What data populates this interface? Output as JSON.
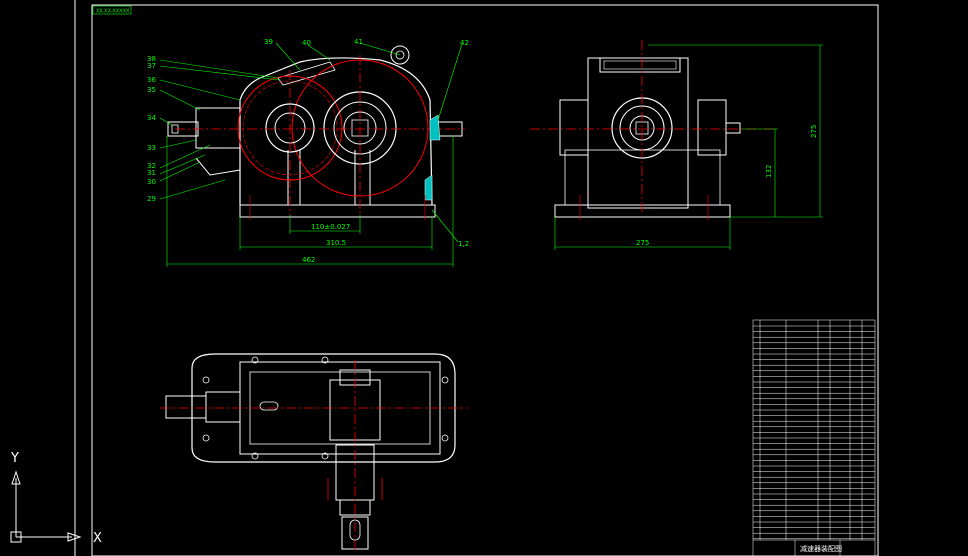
{
  "drawing": {
    "top_tag": "XX-XX-XXXXX"
  },
  "front_view": {
    "part_labels": [
      "39",
      "40",
      "41",
      "42",
      "38",
      "37",
      "36",
      "35",
      "34",
      "33",
      "32",
      "31",
      "30",
      "29",
      "1,2"
    ],
    "dims": {
      "center_distance": "110±0.027",
      "base_length": "310.5",
      "overall_length": "462"
    }
  },
  "side_view": {
    "dims": {
      "overall_height": "275",
      "center_height": "132",
      "base_width": "275"
    }
  },
  "ucs": {
    "x_label": "X",
    "y_label": "Y"
  },
  "title_block": {
    "title": "减速器装配图"
  },
  "colors": {
    "outline": "#ffffff",
    "dimension": "#00ff00",
    "center_line": "#ff0000",
    "gear": "#ff0000"
  }
}
